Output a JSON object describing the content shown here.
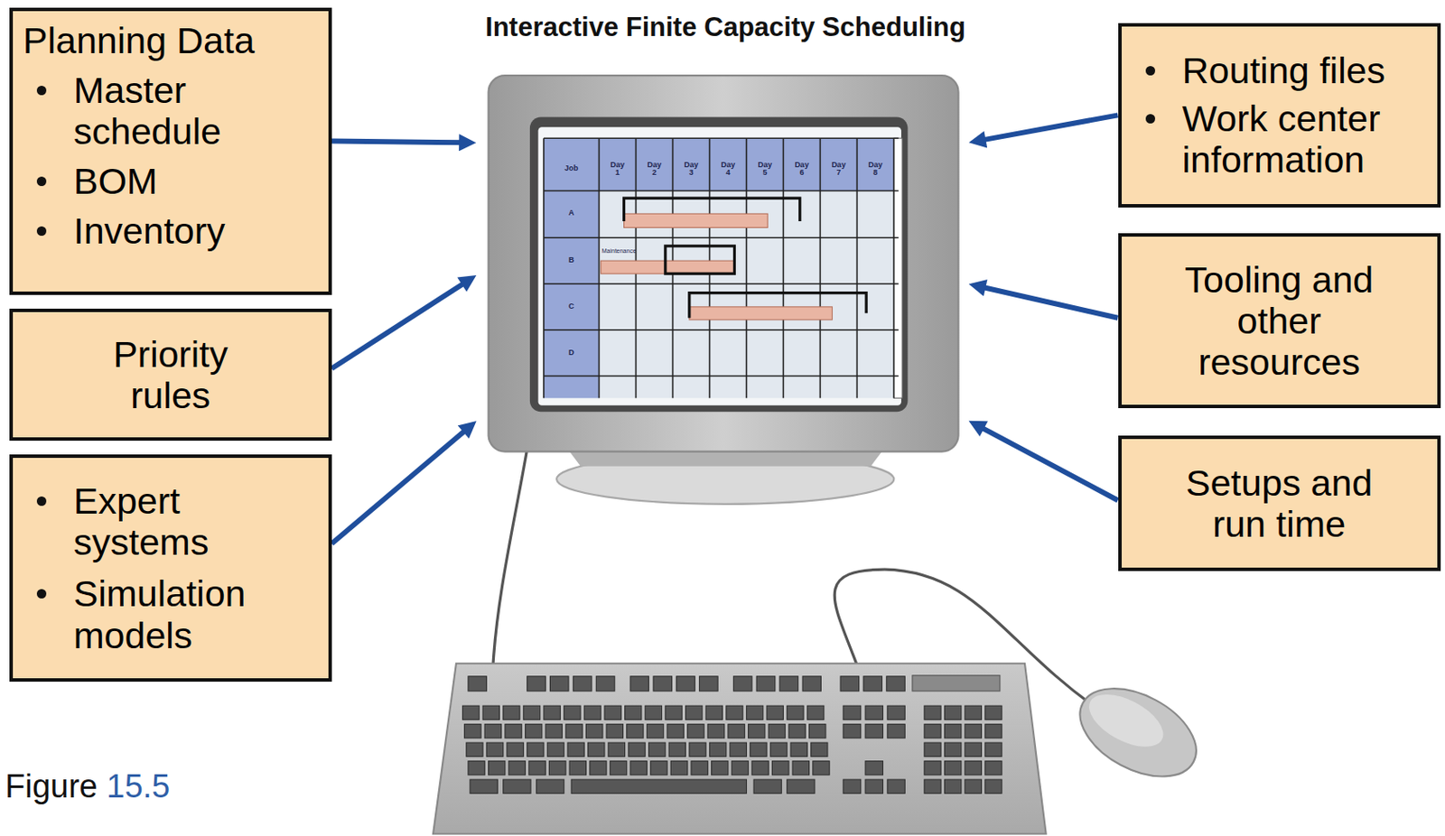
{
  "diagram": {
    "title": "Interactive Finite Capacity Scheduling",
    "caption": "Figure 15.5",
    "nodes": [
      {
        "text": [
          "Planning Data",
          "Master schedule",
          "BOM",
          "Inventory"
        ]
      },
      {
        "text": [
          "Priority rules"
        ]
      },
      {
        "text": [
          "Expert systems",
          "Simulation models"
        ]
      },
      {
        "text": [
          "Job",
          "Day 1",
          "Day 2",
          "Day 3",
          "Day 4",
          "Day 5",
          "Day 6",
          "Day 7",
          "Day 8",
          "A",
          "B",
          "C",
          "D",
          "Maintenance"
        ]
      },
      {
        "text": [
          "Routing files",
          "Work center information"
        ]
      },
      {
        "text": [
          "Tooling and other resources"
        ]
      },
      {
        "text": [
          "Setups and run time"
        ]
      }
    ],
    "edges": [
      {
        "from": 0,
        "to": 3,
        "arrow": "to"
      },
      {
        "from": 1,
        "to": 3,
        "arrow": "to"
      },
      {
        "from": 2,
        "to": 3,
        "arrow": "to"
      },
      {
        "from": 4,
        "to": 3,
        "arrow": "to"
      },
      {
        "from": 5,
        "to": 3,
        "arrow": "to"
      },
      {
        "from": 6,
        "to": 3,
        "arrow": "to"
      }
    ]
  }
}
